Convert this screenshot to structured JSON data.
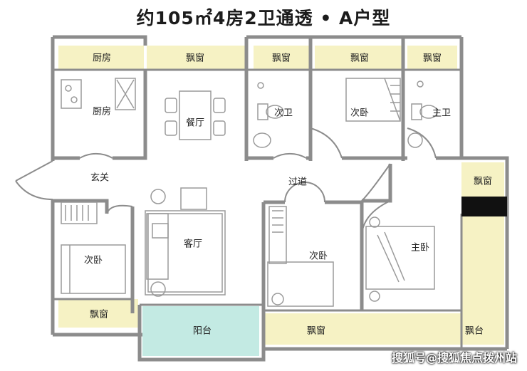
{
  "title": "约105㎡4房2卫通透 • A户型",
  "rooms": {
    "kitchen_window": "厨房",
    "kitchen": "厨房",
    "bay_window_dining": "飘窗",
    "dining": "餐厅",
    "bay_window_bath2": "飘窗",
    "bathroom2": "次卫",
    "bay_window_bed2": "飘窗",
    "bedroom2_top": "次卧",
    "bay_window_master_bath": "飘窗",
    "master_bath": "主卫",
    "bay_window_right": "飘窗",
    "entrance": "玄关",
    "corridor": "过道",
    "bedroom_left": "次卧",
    "living": "客厅",
    "bedroom_mid": "次卧",
    "master_bedroom": "主卧",
    "bay_window_left": "飘窗",
    "balcony": "阳台",
    "bay_window_mid": "飘窗",
    "bay_platform": "飘台"
  },
  "watermark": "搜狐号@搜狐焦点拨州站",
  "colors": {
    "wall": "#8c8c8c",
    "bay_window": "#f6f2c4",
    "balcony": "#c3eae3",
    "fixture": "#9a9a9a",
    "wall_black": "#111111"
  }
}
